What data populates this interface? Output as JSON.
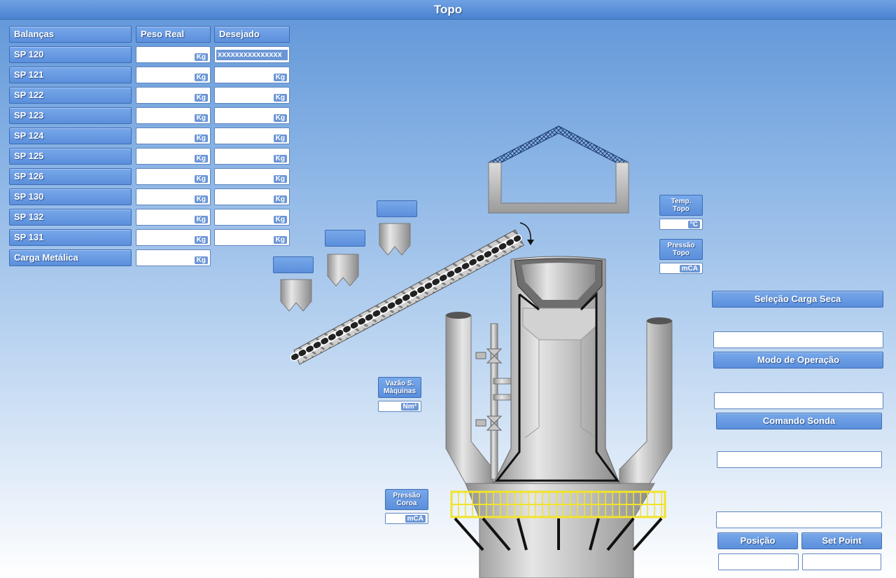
{
  "title": "Topo",
  "table": {
    "headers": [
      "Balanças",
      "Peso Real",
      "Desejado"
    ],
    "rows": [
      {
        "name": "SP 120",
        "real_unit": "Kg",
        "desired_value": "xxxxxxxxxxxxxxx",
        "desired_unit": ""
      },
      {
        "name": "SP 121",
        "real_unit": "Kg",
        "desired_value": "",
        "desired_unit": "Kg"
      },
      {
        "name": "SP 122",
        "real_unit": "Kg",
        "desired_value": "",
        "desired_unit": "Kg"
      },
      {
        "name": "SP 123",
        "real_unit": "Kg",
        "desired_value": "",
        "desired_unit": "Kg"
      },
      {
        "name": "SP 124",
        "real_unit": "Kg",
        "desired_value": "",
        "desired_unit": "Kg"
      },
      {
        "name": "SP 125",
        "real_unit": "Kg",
        "desired_value": "",
        "desired_unit": "Kg"
      },
      {
        "name": "SP 126",
        "real_unit": "Kg",
        "desired_value": "",
        "desired_unit": "Kg"
      },
      {
        "name": "SP 130",
        "real_unit": "Kg",
        "desired_value": "",
        "desired_unit": "Kg"
      },
      {
        "name": "SP 132",
        "real_unit": "Kg",
        "desired_value": "",
        "desired_unit": "Kg"
      },
      {
        "name": "SP 131",
        "real_unit": "Kg",
        "desired_value": "",
        "desired_unit": "Kg"
      }
    ],
    "carga_metalica": {
      "name": "Carga Metálica",
      "unit": "Kg"
    }
  },
  "sensors": {
    "temp_topo": {
      "label_line1": "Temp.",
      "label_line2": "Topo",
      "unit": "°C"
    },
    "pressao_topo": {
      "label_line1": "Pressão",
      "label_line2": "Topo",
      "unit": "mCA"
    },
    "vazao": {
      "label_line1": "Vazão S.",
      "label_line2": "Máquinas",
      "unit": "Nm³"
    },
    "pressao_coroa": {
      "label_line1": "Pressão",
      "label_line2": "Coroa",
      "unit": "mCA"
    }
  },
  "controls": {
    "selecao_carga_seca": "Seleção Carga Seca",
    "modo_operacao": "Modo de Operação",
    "comando_sonda": "Comando Sonda",
    "posicao": "Posição",
    "set_point": "Set Point"
  },
  "colors": {
    "accent": "#5b8fdc",
    "steel": "#b8b8b8",
    "platform_yellow": "#f2e32a"
  }
}
